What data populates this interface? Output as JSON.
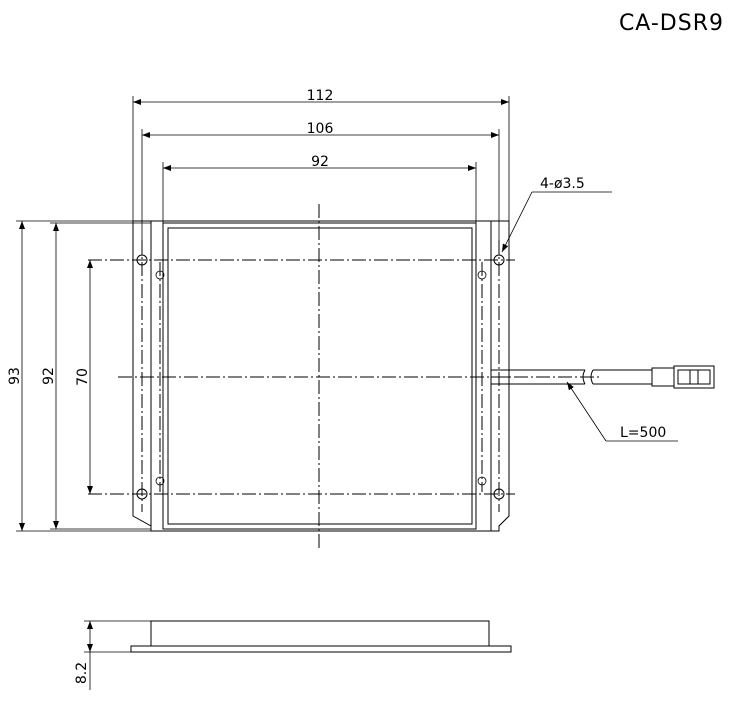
{
  "model": "CA-DSR9",
  "dimensions": {
    "total_width": "112",
    "mount_hole_pitch": "106",
    "emitting_width": "92",
    "total_height": "93",
    "plate_height": "92",
    "hole_vertical_pitch": "70",
    "thickness": "8.2"
  },
  "callouts": {
    "mounting_holes": "4-ø3.5",
    "cable_length": "L=500"
  }
}
